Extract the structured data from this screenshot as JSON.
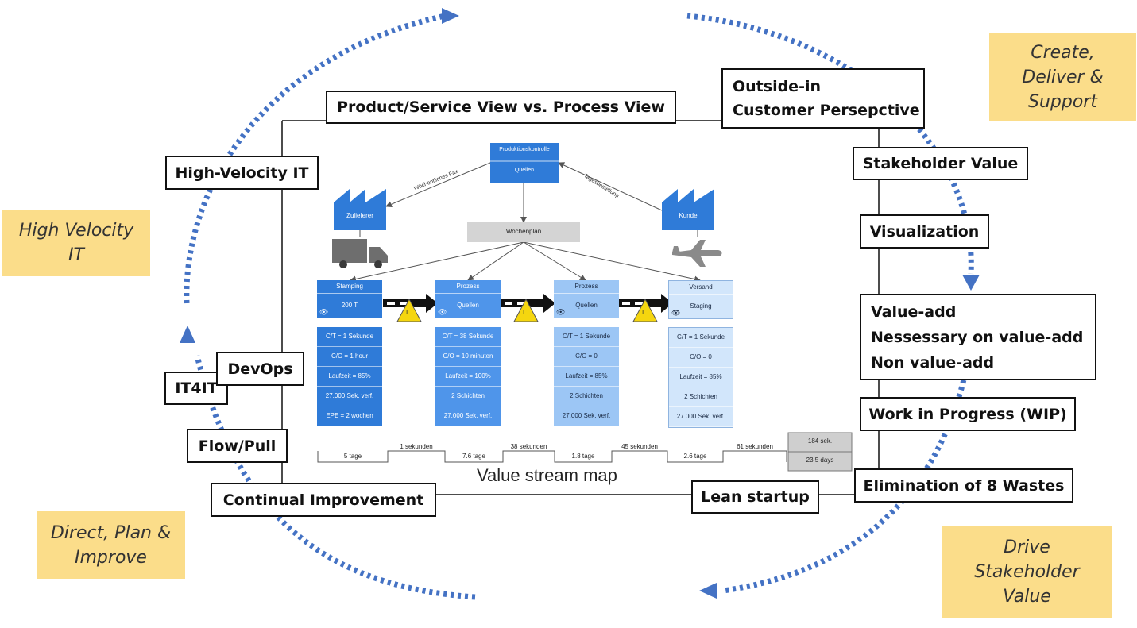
{
  "cycle_notes": {
    "top_right": "Create,\nDeliver &\nSupport",
    "left": "High Velocity\nIT",
    "bottom_left": "Direct, Plan &\nImprove",
    "bottom_right": "Drive\nStakeholder\nValue"
  },
  "labels": {
    "product_service": "Product/Service View vs. Process View",
    "outside_in": "Outside-in\nCustomer Persepctive",
    "high_velocity_it": "High-Velocity IT",
    "stakeholder_value": "Stakeholder Value",
    "visualization": "Visualization",
    "value_add": "Value-add\nNessessary on value-add\nNon value-add",
    "wip": "Work in Progress (WIP)",
    "eight_wastes": "Elimination of 8 Wastes",
    "lean_startup": "Lean startup",
    "continual_improvement": "Continual Improvement",
    "flow_pull": "Flow/Pull",
    "it4it": "IT4IT",
    "devops": "DevOps"
  },
  "vsm": {
    "caption": "Value stream map",
    "control": {
      "title": "Produktionskontrolle",
      "sub": "Quellen"
    },
    "supplier": "Zulieferer",
    "customer": "Kunde",
    "weekly_fax": "Wöchentliches Fax",
    "daily_order": "Tagesbestellung",
    "weekly_plan": "Wochenplan",
    "processes": [
      {
        "title": "Stamping",
        "value": "200 T",
        "color": "#2f7bd8",
        "text": "#ffffff",
        "data": [
          "C/T = 1 Sekunde",
          "C/O = 1 hour",
          "Laufzeit = 85%",
          "27.000 Sek. verf.",
          "EPE = 2 wochen"
        ]
      },
      {
        "title": "Prozess",
        "value": "Quellen",
        "color": "#4f95ea",
        "text": "#ffffff",
        "data": [
          "C/T = 38 Sekunde",
          "C/O = 10 minuten",
          "Laufzeit = 100%",
          "2 Schichten",
          "27.000 Sek. verf."
        ]
      },
      {
        "title": "Prozess",
        "value": "Quellen",
        "color": "#9cc6f5",
        "text": "#1a2a44",
        "data": [
          "C/T = 1 Sekunde",
          "C/O = 0",
          "Laufzeit = 85%",
          "2 Schichten",
          "27.000 Sek. verf."
        ]
      },
      {
        "title": "Versand",
        "value": "Staging",
        "color": "#d2e6fb",
        "text": "#1a2a44",
        "data": [
          "C/T = 1 Sekunde",
          "C/O = 0",
          "Laufzeit = 85%",
          "2 Schichten",
          "27.000 Sek. verf."
        ]
      }
    ],
    "inventory_mark": "I",
    "timeline": {
      "lead_times": [
        "5 tage",
        "7.6 tage",
        "1.8 tage",
        "2.6 tage"
      ],
      "cycle_times": [
        "1 sekunden",
        "38 sekunden",
        "45 sekunden",
        "61 sekunden"
      ],
      "totals": [
        "184 sek.",
        "23.5 days"
      ]
    }
  },
  "colors": {
    "cycle_arrow": "#4472c4",
    "note_bg": "#fbdd8a",
    "factory": "#2f7bd8"
  }
}
